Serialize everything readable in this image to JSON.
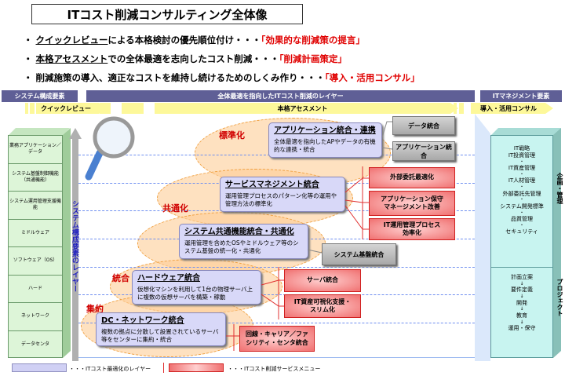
{
  "title": "ITコスト削減コンサルティング全体像",
  "bullets": [
    {
      "u": "クイックレビュー",
      "mid": "による本格検討の優先順位付け・・・",
      "red": "「効果的な削減策の提言」"
    },
    {
      "u": "本格アセスメント",
      "mid": "での全体最適を志向したコスト削減・・・",
      "red": "「削減計画策定」"
    },
    {
      "u": "",
      "mid": "削減施策の導入、適正なコストを維持し続けるためのしくみ作り・・・",
      "red": "「導入・活用コンサル」"
    }
  ],
  "headers": {
    "left": "システム構成要素",
    "middle": "全体最適を指向したITコスト削減のレイヤー",
    "right": "ITマネジメント要素"
  },
  "phases": {
    "quick": "クイックレビュー",
    "assess": "本格アセスメント",
    "consult": "導入・活用コンサル"
  },
  "stack": [
    "業務アプリケーション／データ",
    "システム基盤制御機能（共通機能）",
    "システム運用管理支援機能",
    "ミドルウェア",
    "ソフトウェア（OS）",
    "ハード",
    "ネットワーク",
    "データセンタ"
  ],
  "layer_arrow": "システム構成要素のレイヤー",
  "levels": {
    "std": "標準化",
    "common": "共通化",
    "integ": "統合",
    "consol": "集約"
  },
  "boxes": {
    "app": {
      "h": "アプリケーション統合・連携",
      "d": "全体最適を指向したAPやデータの有機的な連携・統合"
    },
    "svc": {
      "h": "サービスマネジメント統合",
      "d": "運用管理プロセスのパターン化等の運用や管理方法の標準化"
    },
    "sys": {
      "h": "システム共通機能統合・共通化",
      "d": "運用管理を含めたOSやミドルウェア等のシステム基盤の統一化・共通化"
    },
    "hw": {
      "h": "ハードウェア統合",
      "d": "仮想化マシンを利用して1台の物理サーバ上に複数の仮想サーバを構築・稼動"
    },
    "dc": {
      "h": "DC・ネットワーク統合",
      "d": "複数の拠点に分散して設置されているサーバ等をセンターに集約・統合"
    }
  },
  "gray": {
    "data": "データ統合",
    "app": "アプリケーション統合",
    "base": "システム基盤統合"
  },
  "menus": {
    "outsource": "外部委託最適化",
    "appmaint": "アプリケーション保守マネージメント改善",
    "itops": "IT運用管理プロセス効率化",
    "server": "サーバ統合",
    "asset": "IT資産可視化支援・スリム化",
    "line": "回線・キャリア／ファシリティ・センタ統合"
  },
  "mgmt_top": [
    "IT戦略",
    "IT投資管理",
    "・",
    "IT資産管理",
    "・",
    "IT人材管理",
    "・",
    "外部委託先管理",
    "・",
    "システム開発標準",
    "・",
    "品質管理",
    "・",
    "セキュリティ"
  ],
  "mgmt_bottom": [
    "計画立案",
    "↓",
    "要件定義",
    "↓",
    "開発",
    "↓",
    "教育",
    "↓",
    "運用・保守"
  ],
  "mgmt_labels": {
    "top": "企画・管理",
    "bottom": "プロジェクト"
  },
  "legend": {
    "layer": "・・・ITコスト最適化のレイヤー",
    "menu": "・・・ITコスト削減サービスメニュー"
  }
}
